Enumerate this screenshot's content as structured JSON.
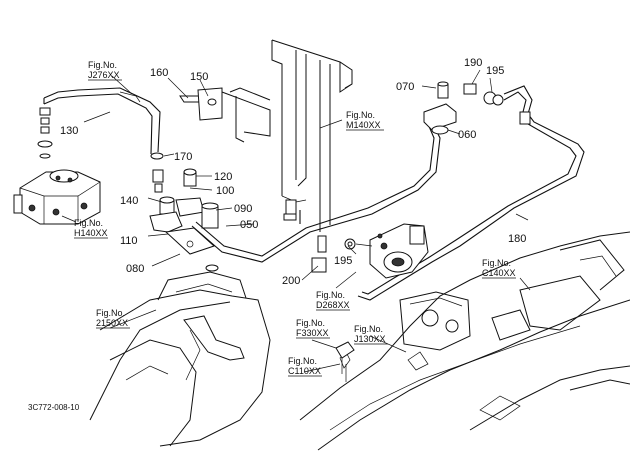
{
  "labels": {
    "p130": "130",
    "p160": "160",
    "p150": "150",
    "p170": "170",
    "p120": "120",
    "p100": "100",
    "p140": "140",
    "p090": "090",
    "p110": "110",
    "p050": "050",
    "p080": "080",
    "p070": "070",
    "p060": "060",
    "p190": "190",
    "p195a": "195",
    "p195b": "195",
    "p200": "200",
    "p180": "180"
  },
  "figrefs": {
    "j276": {
      "title": "Fig.No.",
      "code": "J276XX"
    },
    "h140": {
      "title": "Fig.No.",
      "code": "H140XX"
    },
    "m140": {
      "title": "Fig.No.",
      "code": "M140XX"
    },
    "d268": {
      "title": "Fig.No.",
      "code": "D268XX"
    },
    "c140": {
      "title": "Fig.No.",
      "code": "C140XX"
    },
    "f2150": {
      "title": "Fig.No.",
      "code": "2150XX"
    },
    "f330": {
      "title": "Fig.No.",
      "code": "F330XX"
    },
    "j130": {
      "title": "Fig.No.",
      "code": "J130XX"
    },
    "c110": {
      "title": "Fig.No.",
      "code": "C110XX"
    }
  },
  "drawing_code": "3C772-008-10"
}
